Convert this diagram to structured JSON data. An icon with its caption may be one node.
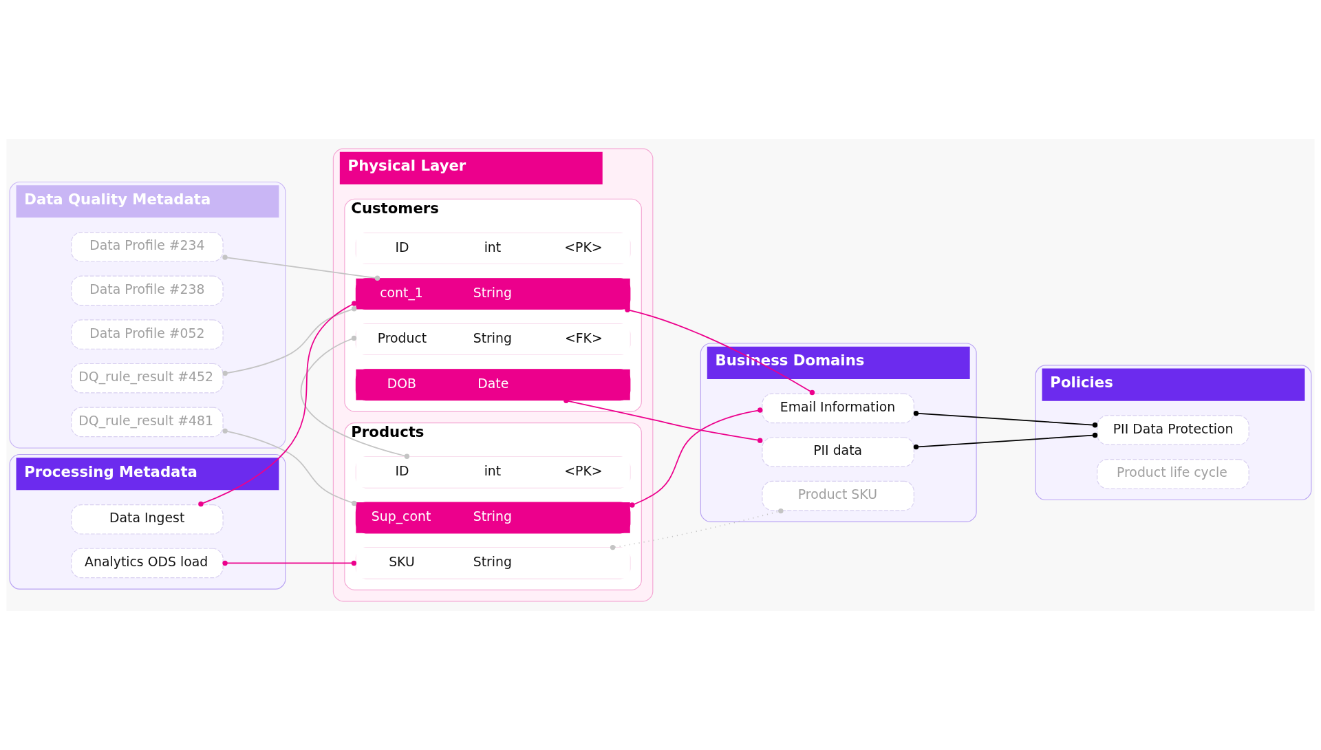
{
  "diagram": {
    "nodes": [
      {
        "text": [
          "Data Quality Metadata"
        ]
      },
      {
        "text": [
          "Data Profile #234"
        ],
        "in": 0
      },
      {
        "text": [
          "Data Profile #238"
        ],
        "in": 0
      },
      {
        "text": [
          "Data Profile #052"
        ],
        "in": 0
      },
      {
        "text": [
          "DQ_rule_result #452"
        ],
        "in": 0
      },
      {
        "text": [
          "DQ_rule_result #481"
        ],
        "in": 0
      },
      {
        "text": [
          "Physical Layer"
        ]
      },
      {
        "text": [
          "Customers"
        ],
        "in": 6
      },
      {
        "text": [
          "ID",
          "int",
          "<PK>"
        ],
        "in": 7
      },
      {
        "text": [
          "cont_1",
          "String"
        ],
        "in": 7
      },
      {
        "text": [
          "Product",
          "String",
          "<FK>"
        ],
        "in": 7
      },
      {
        "text": [
          "DOB",
          "Date"
        ],
        "in": 7
      },
      {
        "text": [
          "Products"
        ],
        "in": 6
      },
      {
        "text": [
          "ID",
          "int",
          "<PK>"
        ],
        "in": 12
      },
      {
        "text": [
          "SKU",
          "String"
        ],
        "in": 12
      },
      {
        "text": [
          "Sup_cont",
          "String"
        ],
        "in": 12
      },
      {
        "text": [
          "Business Domains"
        ]
      },
      {
        "text": [
          "Email Information"
        ],
        "in": 16
      },
      {
        "text": [
          "PII data"
        ],
        "in": 16
      },
      {
        "text": [
          "Product SKU"
        ],
        "in": 16
      },
      {
        "text": [
          "Processing Metadata"
        ]
      },
      {
        "text": [
          "Data Ingest"
        ],
        "in": 20
      },
      {
        "text": [
          "Analytics ODS load"
        ],
        "in": 20
      },
      {
        "text": [
          "Policies"
        ]
      },
      {
        "text": [
          "PII Data Protection"
        ],
        "in": 23
      },
      {
        "text": [
          "Product life cycle"
        ],
        "in": 23
      }
    ],
    "edges": [
      {
        "from": 1,
        "to": 9,
        "arrow": "other",
        "color": "#c4c4c4"
      },
      {
        "from": 4,
        "to": 9,
        "arrow": "other",
        "color": "#c4c4c4"
      },
      {
        "from": 5,
        "to": 15,
        "arrow": "other",
        "color": "#c4c4c4"
      },
      {
        "from": 21,
        "to": 9,
        "arrow": "other",
        "color": "#ec008c"
      },
      {
        "from": 22,
        "to": 14,
        "arrow": "other",
        "color": "#ec008c"
      },
      {
        "from": 9,
        "to": 17,
        "arrow": "other",
        "color": "#ec008c"
      },
      {
        "from": 11,
        "to": 18,
        "arrow": "other",
        "color": "#ec008c"
      },
      {
        "from": 15,
        "to": 17,
        "arrow": "other",
        "color": "#ec008c"
      },
      {
        "from": 10,
        "to": 13,
        "arrow": "other",
        "color": "#c4c4c4"
      },
      {
        "from": 14,
        "to": 19,
        "arrow": "other",
        "style": "dashed",
        "color": "#c4c4c4"
      },
      {
        "from": 17,
        "to": 24,
        "arrow": "other",
        "color": "#000000"
      },
      {
        "from": 18,
        "to": 24,
        "arrow": "other",
        "color": "#000000"
      }
    ]
  }
}
